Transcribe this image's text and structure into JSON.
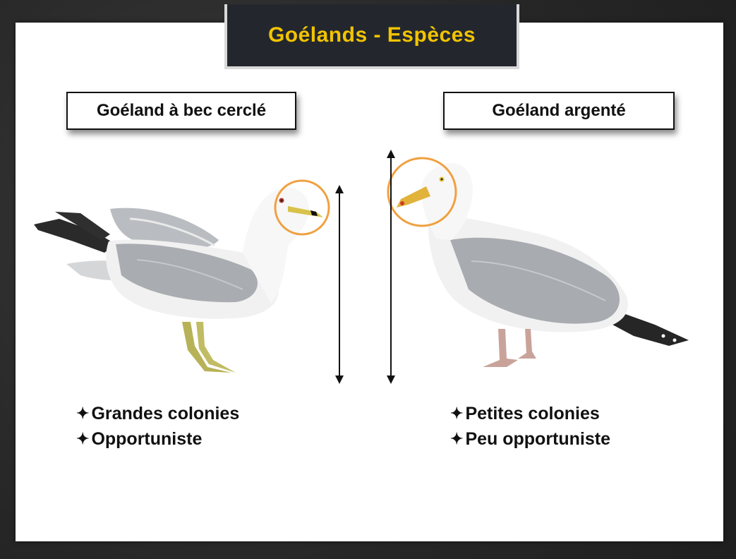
{
  "title": "Goélands - Espèces",
  "left": {
    "name": "Goéland à bec cerclé",
    "bullets": [
      "Grandes colonies",
      "Opportuniste"
    ]
  },
  "right": {
    "name": "Goéland argenté",
    "bullets": [
      "Petites colonies",
      "Peu opportuniste"
    ]
  },
  "bullet_symbol": "✦",
  "colors": {
    "title_text": "#f2c300",
    "title_bg": "#23272d",
    "highlight_circle": "#f0a040"
  }
}
